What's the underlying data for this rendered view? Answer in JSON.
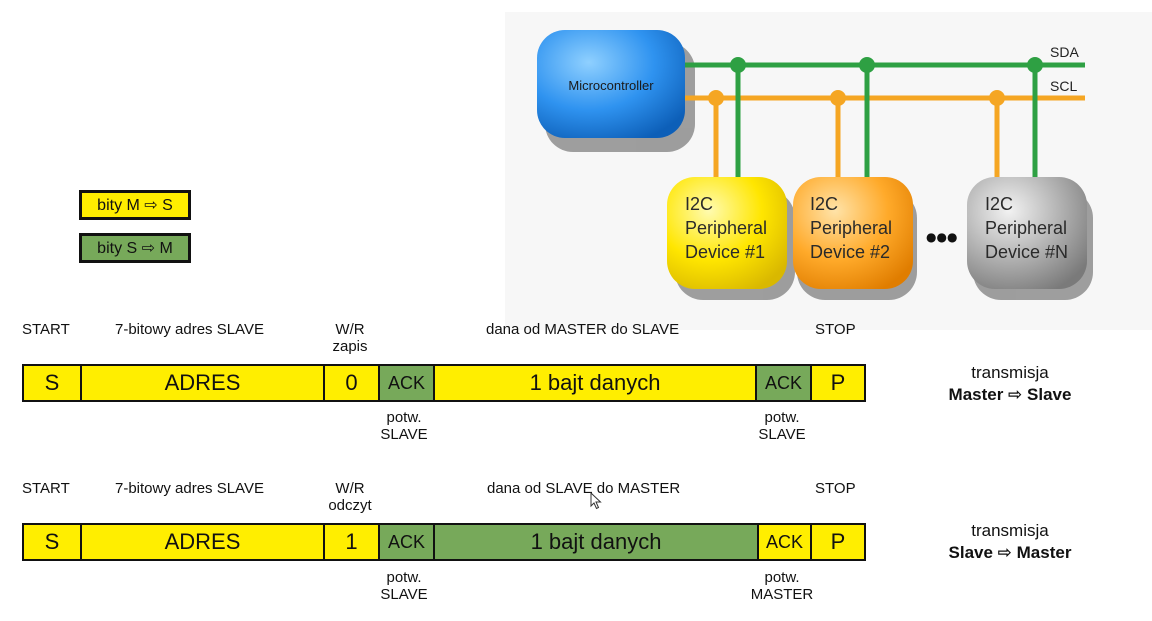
{
  "bus": {
    "sda_label": "SDA",
    "scl_label": "SCL",
    "microcontroller_label": "Microcontroller",
    "devices": [
      {
        "line1": "I2C",
        "line2": "Peripheral",
        "line3": "Device #1"
      },
      {
        "line1": "I2C",
        "line2": "Peripheral",
        "line3": "Device #2"
      },
      {
        "line1": "I2C",
        "line2": "Peripheral",
        "line3": "Device #N"
      }
    ],
    "ellipsis": "●●●",
    "colors": {
      "sda": "#2ea043",
      "scl": "#f5a623",
      "micro": "#1e7fe0",
      "dev1": "#ffe000",
      "dev2": "#ffa020",
      "devN": "#9a9a9a"
    }
  },
  "legend": {
    "master_to_slave": "bity M ⇨ S",
    "slave_to_master": "bity S ⇨ M",
    "colors": {
      "master": "#ffee00",
      "slave": "#77a95a"
    }
  },
  "frame_write": {
    "top_labels": {
      "start": "START",
      "address": "7-bitowy adres SLAVE",
      "rw_line1": "W/R",
      "rw_line2": "zapis",
      "data": "dana od MASTER do SLAVE",
      "stop": "STOP"
    },
    "cells": {
      "s": "S",
      "address": "ADRES",
      "rw": "0",
      "ack1": "ACK",
      "data": "1 bajt danych",
      "ack2": "ACK",
      "p": "P"
    },
    "bottom_labels": {
      "ack1_line1": "potw.",
      "ack1_line2": "SLAVE",
      "ack2_line1": "potw.",
      "ack2_line2": "SLAVE"
    },
    "transmission": {
      "line1": "transmisja",
      "line2": "Master ⇨ Slave"
    }
  },
  "frame_read": {
    "top_labels": {
      "start": "START",
      "address": "7-bitowy adres SLAVE",
      "rw_line1": "W/R",
      "rw_line2": "odczyt",
      "data": "dana od SLAVE do MASTER",
      "stop": "STOP"
    },
    "cells": {
      "s": "S",
      "address": "ADRES",
      "rw": "1",
      "ack1": "ACK",
      "data": "1 bajt danych",
      "ack2": "ACK",
      "p": "P"
    },
    "bottom_labels": {
      "ack1_line1": "potw.",
      "ack1_line2": "SLAVE",
      "ack2_line1": "potw.",
      "ack2_line2": "MASTER"
    },
    "transmission": {
      "line1": "transmisja",
      "line2": "Slave ⇨ Master"
    }
  }
}
